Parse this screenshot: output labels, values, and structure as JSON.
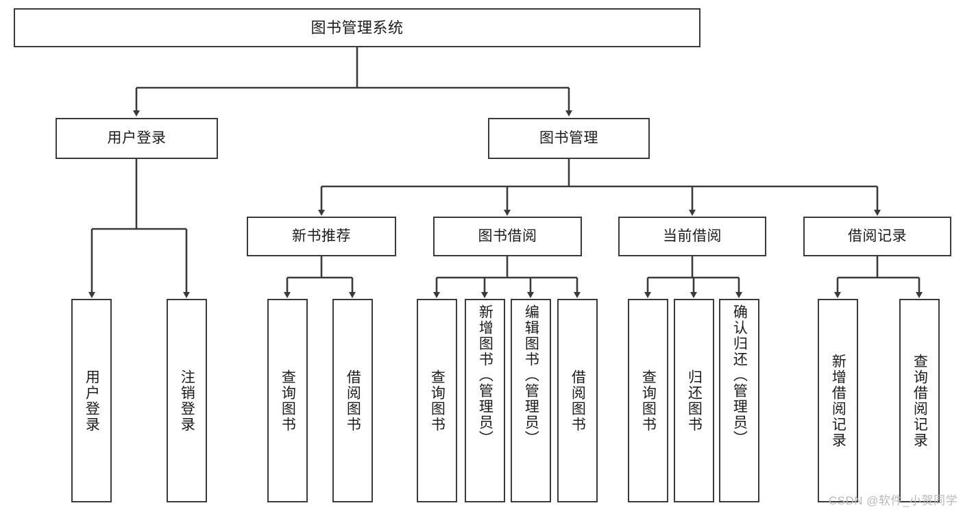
{
  "diagram": {
    "type": "tree-hierarchy",
    "title": "图书管理系统",
    "colors": {
      "box_border": "#3a3a3a",
      "box_fill": "#ffffff",
      "connector": "#3a3a3a",
      "text": "#1b1b1b",
      "watermark": "#b9b9b9",
      "background": "#ffffff"
    },
    "root": {
      "label": "图书管理系统"
    },
    "level2": [
      {
        "label": "用户登录"
      },
      {
        "label": "图书管理"
      }
    ],
    "level3": [
      {
        "label": "新书推荐"
      },
      {
        "label": "图书借阅"
      },
      {
        "label": "当前借阅"
      },
      {
        "label": "借阅记录"
      }
    ],
    "leaves": {
      "user_login": [
        {
          "label": "用户登录"
        },
        {
          "label": "注销登录"
        }
      ],
      "new_book_recommend": [
        {
          "label": "查询图书"
        },
        {
          "label": "借阅图书"
        }
      ],
      "book_borrow": [
        {
          "label": "查询图书"
        },
        {
          "label": "新增图书（管理员）"
        },
        {
          "label": "编辑图书（管理员）"
        },
        {
          "label": "借阅图书"
        }
      ],
      "current_borrow": [
        {
          "label": "查询图书"
        },
        {
          "label": "归还图书"
        },
        {
          "label": "确认归还（管理员）"
        }
      ],
      "borrow_record": [
        {
          "label": "新增借阅记录"
        },
        {
          "label": "查询借阅记录"
        }
      ]
    }
  },
  "watermark": {
    "text": "CSDN @软件_小贺同学"
  }
}
